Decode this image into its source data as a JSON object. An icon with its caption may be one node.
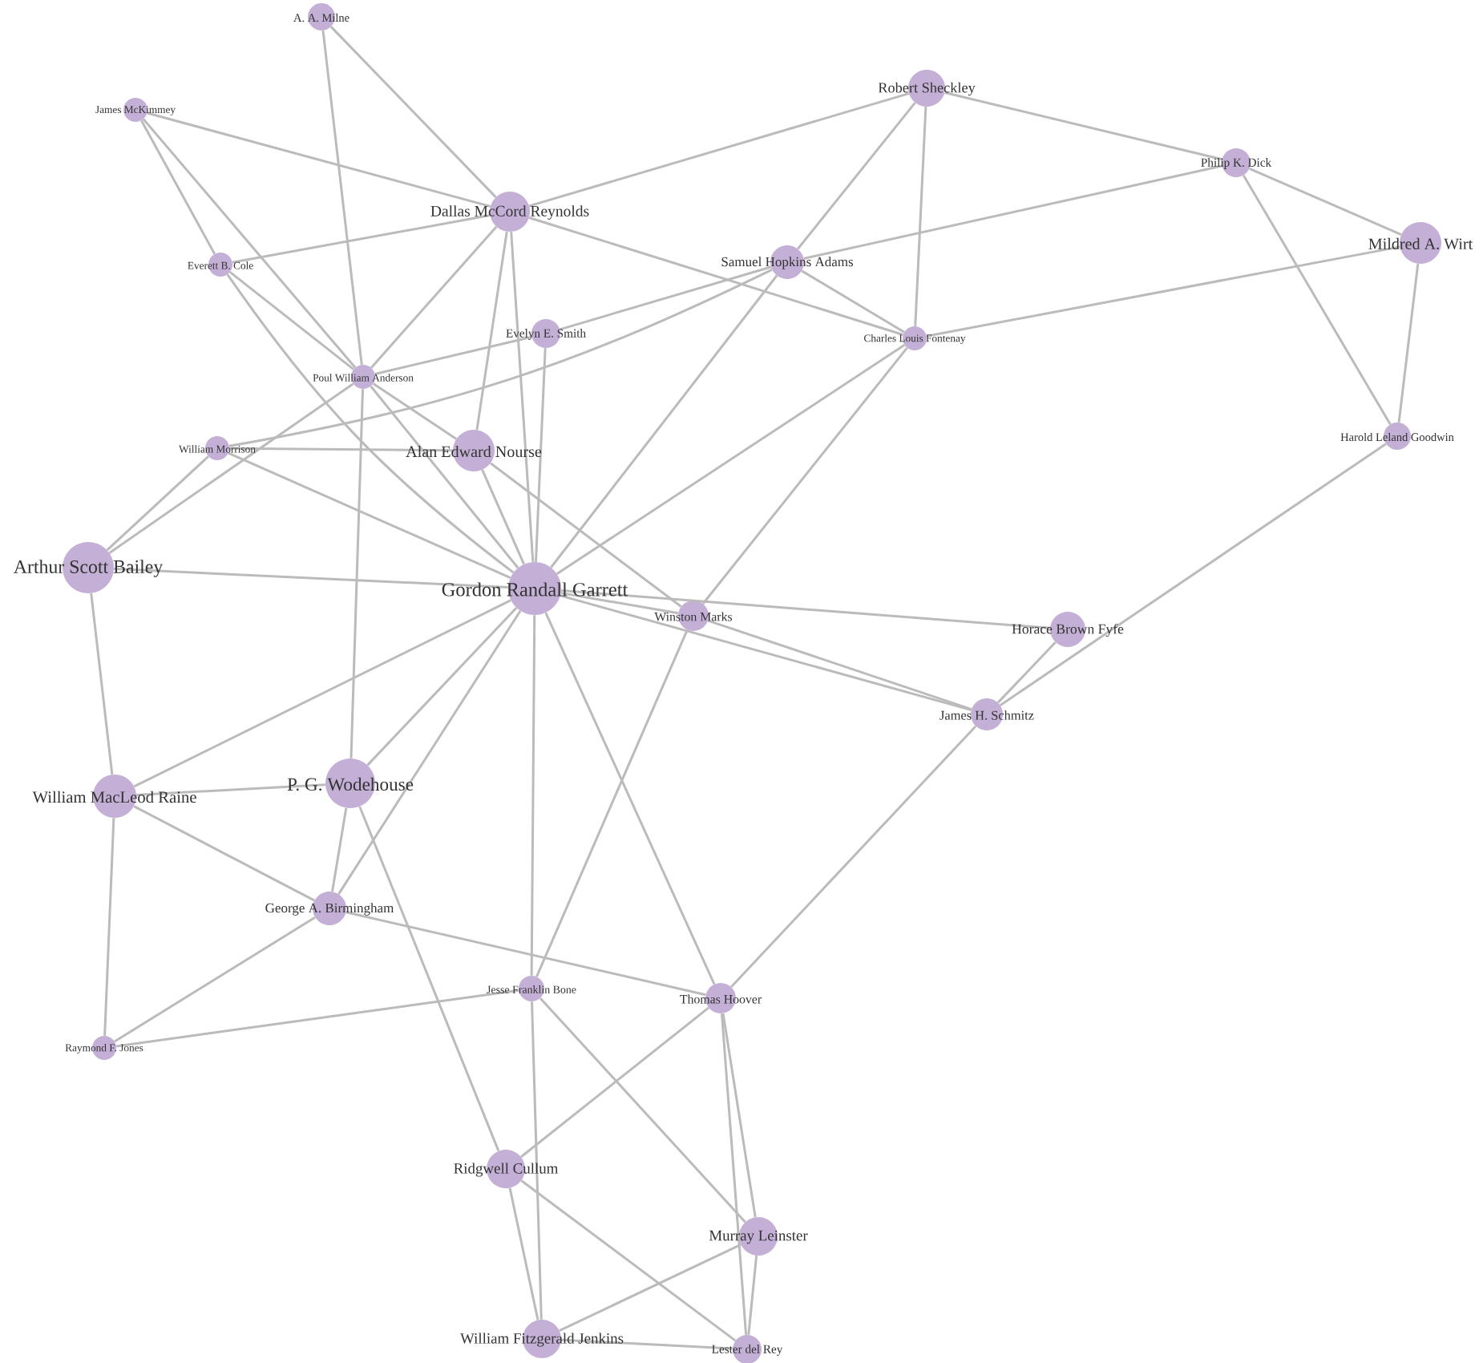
{
  "diagram": {
    "nodes": [
      {
        "text": [
          "A. A. Milne"
        ]
      },
      {
        "text": [
          "James McKimmey"
        ]
      },
      {
        "text": [
          "Robert Sheckley"
        ]
      },
      {
        "text": [
          "Philip K. Dick"
        ]
      },
      {
        "text": [
          "Dallas McCord Reynolds"
        ]
      },
      {
        "text": [
          "Mildred A. Wirt"
        ]
      },
      {
        "text": [
          "Samuel Hopkins Adams"
        ]
      },
      {
        "text": [
          "Everett B. Cole"
        ]
      },
      {
        "text": [
          "Evelyn E. Smith"
        ]
      },
      {
        "text": [
          "Charles Louis Fontenay"
        ]
      },
      {
        "text": [
          "Poul William Anderson"
        ]
      },
      {
        "text": [
          "Harold Leland Goodwin"
        ]
      },
      {
        "text": [
          "William Morrison"
        ]
      },
      {
        "text": [
          "Alan Edward Nourse"
        ]
      },
      {
        "text": [
          "Arthur Scott Bailey"
        ]
      },
      {
        "text": [
          "Gordon Randall Garrett"
        ]
      },
      {
        "text": [
          "Winston Marks"
        ]
      },
      {
        "text": [
          "Horace Brown Fyfe"
        ]
      },
      {
        "text": [
          "James H. Schmitz"
        ]
      },
      {
        "text": [
          "William MacLeod Raine"
        ]
      },
      {
        "text": [
          "P. G. Wodehouse"
        ]
      },
      {
        "text": [
          "George A. Birmingham"
        ]
      },
      {
        "text": [
          "Jesse Franklin Bone"
        ]
      },
      {
        "text": [
          "Thomas Hoover"
        ]
      },
      {
        "text": [
          "Raymond F. Jones"
        ]
      },
      {
        "text": [
          "Ridgwell Cullum"
        ]
      },
      {
        "text": [
          "Murray Leinster"
        ]
      },
      {
        "text": [
          "William Fitzgerald Jenkins"
        ]
      },
      {
        "text": [
          "Lester del Rey"
        ]
      }
    ],
    "edges": [
      {
        "from": 0,
        "to": 10,
        "arrow": "none"
      },
      {
        "from": 0,
        "to": 4,
        "arrow": "none"
      },
      {
        "from": 1,
        "to": 4,
        "arrow": "none"
      },
      {
        "from": 1,
        "to": 7,
        "arrow": "none"
      },
      {
        "from": 1,
        "to": 10,
        "arrow": "none"
      },
      {
        "from": 7,
        "to": 4,
        "arrow": "none"
      },
      {
        "from": 7,
        "to": 10,
        "arrow": "none"
      },
      {
        "from": 7,
        "to": 15,
        "arrow": "none"
      },
      {
        "from": 4,
        "to": 2,
        "arrow": "none"
      },
      {
        "from": 4,
        "to": 10,
        "arrow": "none"
      },
      {
        "from": 4,
        "to": 13,
        "arrow": "none"
      },
      {
        "from": 4,
        "to": 15,
        "arrow": "none"
      },
      {
        "from": 4,
        "to": 9,
        "arrow": "none"
      },
      {
        "from": 2,
        "to": 3,
        "arrow": "none"
      },
      {
        "from": 2,
        "to": 6,
        "arrow": "none"
      },
      {
        "from": 2,
        "to": 9,
        "arrow": "none"
      },
      {
        "from": 3,
        "to": 6,
        "arrow": "none"
      },
      {
        "from": 3,
        "to": 5,
        "arrow": "none"
      },
      {
        "from": 3,
        "to": 11,
        "arrow": "none"
      },
      {
        "from": 5,
        "to": 9,
        "arrow": "none"
      },
      {
        "from": 5,
        "to": 11,
        "arrow": "none"
      },
      {
        "from": 6,
        "to": 9,
        "arrow": "none"
      },
      {
        "from": 6,
        "to": 15,
        "arrow": "none"
      },
      {
        "from": 8,
        "to": 10,
        "arrow": "none"
      },
      {
        "from": 6,
        "to": 12,
        "arrow": "none"
      },
      {
        "from": 9,
        "to": 15,
        "arrow": "none"
      },
      {
        "from": 9,
        "to": 16,
        "arrow": "none"
      },
      {
        "from": 11,
        "to": 18,
        "arrow": "none"
      },
      {
        "from": 8,
        "to": 15,
        "arrow": "none"
      },
      {
        "from": 8,
        "to": 6,
        "arrow": "none"
      },
      {
        "from": 14,
        "to": 12,
        "arrow": "none"
      },
      {
        "from": 14,
        "to": 10,
        "arrow": "none"
      },
      {
        "from": 14,
        "to": 15,
        "arrow": "none"
      },
      {
        "from": 14,
        "to": 19,
        "arrow": "none"
      },
      {
        "from": 12,
        "to": 13,
        "arrow": "none"
      },
      {
        "from": 12,
        "to": 15,
        "arrow": "none"
      },
      {
        "from": 10,
        "to": 20,
        "arrow": "none"
      },
      {
        "from": 10,
        "to": 15,
        "arrow": "none"
      },
      {
        "from": 10,
        "to": 13,
        "arrow": "none"
      },
      {
        "from": 13,
        "to": 15,
        "arrow": "none"
      },
      {
        "from": 13,
        "to": 16,
        "arrow": "none"
      },
      {
        "from": 15,
        "to": 16,
        "arrow": "none"
      },
      {
        "from": 15,
        "to": 17,
        "arrow": "none"
      },
      {
        "from": 15,
        "to": 18,
        "arrow": "none"
      },
      {
        "from": 15,
        "to": 19,
        "arrow": "none"
      },
      {
        "from": 15,
        "to": 20,
        "arrow": "none"
      },
      {
        "from": 15,
        "to": 21,
        "arrow": "none"
      },
      {
        "from": 15,
        "to": 22,
        "arrow": "none"
      },
      {
        "from": 15,
        "to": 23,
        "arrow": "none"
      },
      {
        "from": 16,
        "to": 18,
        "arrow": "none"
      },
      {
        "from": 16,
        "to": 22,
        "arrow": "none"
      },
      {
        "from": 17,
        "to": 18,
        "arrow": "none"
      },
      {
        "from": 18,
        "to": 23,
        "arrow": "none"
      },
      {
        "from": 19,
        "to": 20,
        "arrow": "none"
      },
      {
        "from": 19,
        "to": 21,
        "arrow": "none"
      },
      {
        "from": 19,
        "to": 24,
        "arrow": "none"
      },
      {
        "from": 20,
        "to": 21,
        "arrow": "none"
      },
      {
        "from": 20,
        "to": 25,
        "arrow": "none"
      },
      {
        "from": 21,
        "to": 24,
        "arrow": "none"
      },
      {
        "from": 21,
        "to": 23,
        "arrow": "none"
      },
      {
        "from": 22,
        "to": 24,
        "arrow": "none"
      },
      {
        "from": 22,
        "to": 26,
        "arrow": "none"
      },
      {
        "from": 22,
        "to": 27,
        "arrow": "none"
      },
      {
        "from": 23,
        "to": 25,
        "arrow": "none"
      },
      {
        "from": 23,
        "to": 26,
        "arrow": "none"
      },
      {
        "from": 23,
        "to": 28,
        "arrow": "none"
      },
      {
        "from": 25,
        "to": 27,
        "arrow": "none"
      },
      {
        "from": 25,
        "to": 28,
        "arrow": "none"
      },
      {
        "from": 26,
        "to": 27,
        "arrow": "none"
      },
      {
        "from": 26,
        "to": 28,
        "arrow": "none"
      },
      {
        "from": 27,
        "to": 28,
        "arrow": "none"
      }
    ]
  }
}
